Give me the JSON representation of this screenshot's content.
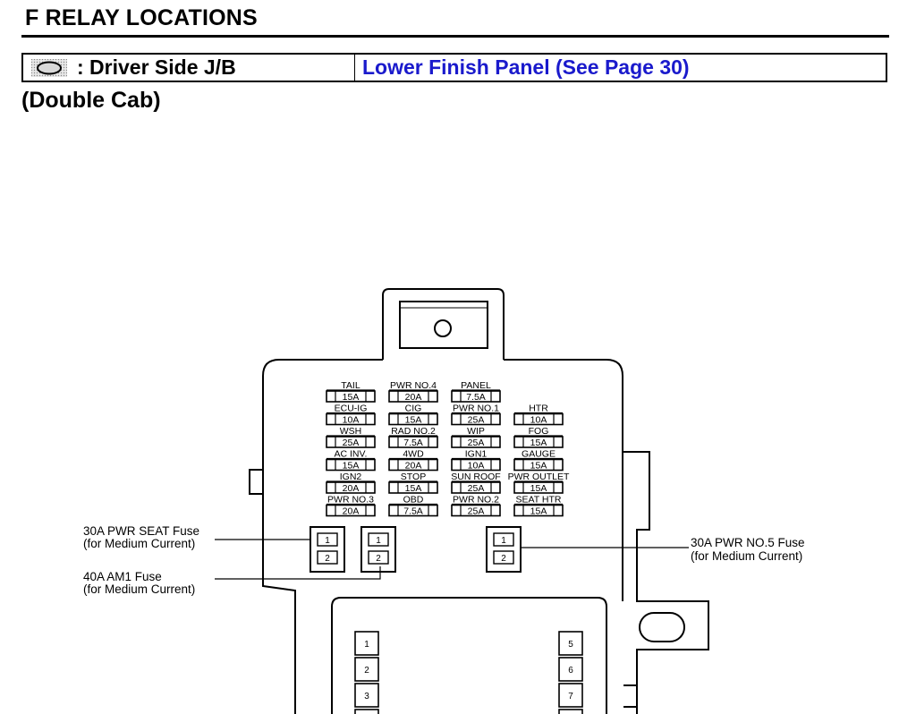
{
  "header": {
    "section_title": "F  RELAY LOCATIONS"
  },
  "location": {
    "symbol_icon": "oval-dotted-icon",
    "label": ": Driver Side J/B",
    "link_text": "Lower Finish Panel (See Page 30)",
    "link_color": "#1a1acc"
  },
  "sub_title": "(Double Cab)",
  "fuse_grid": [
    [
      {
        "name": "TAIL",
        "amp": "15A"
      },
      {
        "name": "PWR NO.4",
        "amp": "20A"
      },
      {
        "name": "PANEL",
        "amp": "7.5A"
      },
      null
    ],
    [
      {
        "name": "ECU-IG",
        "amp": "10A"
      },
      {
        "name": "CIG",
        "amp": "15A"
      },
      {
        "name": "PWR NO.1",
        "amp": "25A"
      },
      {
        "name": "HTR",
        "amp": "10A"
      }
    ],
    [
      {
        "name": "WSH",
        "amp": "25A"
      },
      {
        "name": "RAD NO.2",
        "amp": "7.5A"
      },
      {
        "name": "WIP",
        "amp": "25A"
      },
      {
        "name": "FOG",
        "amp": "15A"
      }
    ],
    [
      {
        "name": "AC INV.",
        "amp": "15A"
      },
      {
        "name": "4WD",
        "amp": "20A"
      },
      {
        "name": "IGN1",
        "amp": "10A"
      },
      {
        "name": "GAUGE",
        "amp": "15A"
      }
    ],
    [
      {
        "name": "IGN2",
        "amp": "20A"
      },
      {
        "name": "STOP",
        "amp": "15A"
      },
      {
        "name": "SUN ROOF",
        "amp": "25A"
      },
      {
        "name": "PWR OUTLET",
        "amp": "15A"
      }
    ],
    [
      {
        "name": "PWR NO.3",
        "amp": "20A"
      },
      {
        "name": "OBD",
        "amp": "7.5A"
      },
      {
        "name": "PWR NO.2",
        "amp": "25A"
      },
      {
        "name": "SEAT HTR",
        "amp": "15A"
      }
    ]
  ],
  "medium_fuses": [
    {
      "id": "pwr-seat",
      "pins": [
        "1",
        "2"
      ]
    },
    {
      "id": "am1",
      "pins": [
        "1",
        "2"
      ]
    },
    {
      "id": "pwr-no5",
      "pins": [
        "1",
        "2"
      ]
    }
  ],
  "callouts": {
    "pwr_seat": {
      "line1": "30A PWR SEAT Fuse",
      "line2": "(for Medium Current)"
    },
    "am1": {
      "line1": "40A AM1 Fuse",
      "line2": "(for Medium Current)"
    },
    "pwr_no5": {
      "line1": "30A PWR NO.5 Fuse",
      "line2": "(for Medium Current)"
    }
  },
  "relay_numbers": {
    "left": [
      "1",
      "2",
      "3"
    ],
    "right": [
      "5",
      "6",
      "7"
    ]
  }
}
